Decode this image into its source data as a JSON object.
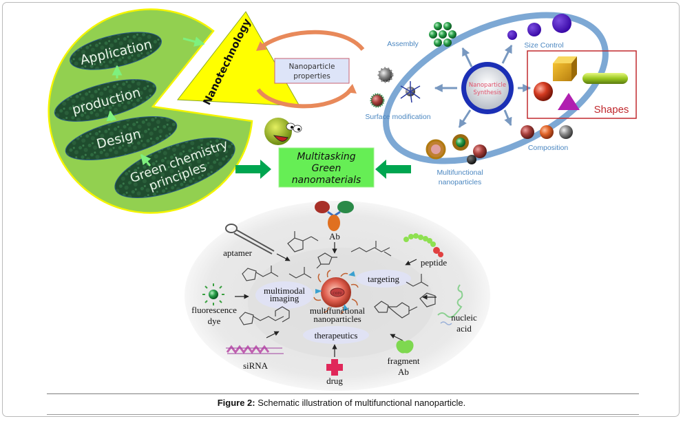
{
  "figure": {
    "caption_prefix": "Figure 2:",
    "caption_text": " Schematic illustration of multifunctional nanoparticle."
  },
  "green_pie": {
    "stages": [
      "Application",
      "production",
      "Design",
      "Green chemistry",
      "principles"
    ],
    "triangle_label": "Nanotechnology",
    "properties_box": [
      "Nanoparticle",
      "properties"
    ],
    "center_box": [
      "Multitasking",
      "Green",
      "nanomaterials"
    ]
  },
  "synthesis": {
    "core": [
      "Nanoparticle",
      "Synthesis"
    ],
    "labels": {
      "assembly": "Assembly",
      "size_control": "Size Control",
      "surface_modification": "Surface modification",
      "shapes": "Shapes",
      "composition": "Composition",
      "multifunctional": [
        "Multifunctional",
        "nanoparticles"
      ]
    }
  },
  "multifunctional": {
    "core_label": "core",
    "center": [
      "multifunctional",
      "nanoparticles"
    ],
    "functions": {
      "imaging": [
        "multimodal",
        "imaging"
      ],
      "targeting": "targeting",
      "therapeutics": "therapeutics"
    },
    "ligands": {
      "ab": "Ab",
      "aptamer": "aptamer",
      "peptide": "peptide",
      "fluorescence": [
        "fluorescence",
        "dye"
      ],
      "nucleic": [
        "nucleic",
        "acid"
      ],
      "sirna": "siRNA",
      "drug": "drug",
      "fragment": [
        "fragment",
        "Ab"
      ]
    }
  },
  "colors": {
    "pie_green": "#92d050",
    "pie_border": "#f4f400",
    "pill_dark": "#1f4d2e",
    "triangle_yellow": "#ffff00",
    "orange_arrow": "#e8895a",
    "box_green": "#66ee55",
    "arrow_green": "#00a550",
    "ring_blue": "#6f9fcf",
    "core_blue": "#1b2fb5",
    "label_blue": "#4a86c0",
    "shapes_red": "#c0282d"
  }
}
